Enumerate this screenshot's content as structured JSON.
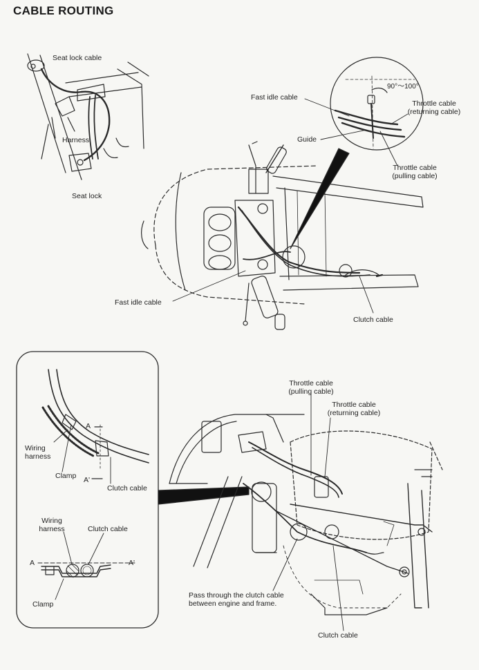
{
  "title": "CABLE ROUTING",
  "labels": {
    "seat_lock_cable": "Seat lock cable",
    "harness": "Harness",
    "seat_lock": "Seat lock",
    "fast_idle_cable_top": "Fast idle cable",
    "angle": "90°～100°",
    "throttle_returning_top": "Throttle cable\n(returning cable)",
    "guide": "Guide",
    "throttle_pulling_top": "Throttle cable\n(pulling cable)",
    "fast_idle_cable_bottom": "Fast idle cable",
    "clutch_cable_top": "Clutch cable",
    "throttle_pulling_lower": "Throttle cable\n(pulling cable)",
    "throttle_returning_lower": "Throttle cable\n(returning cable)",
    "marker_a": "A",
    "marker_a_prime": "A'",
    "wiring_harness_1": "Wiring\nharness",
    "clamp_1": "Clamp",
    "clutch_cable_inset_1": "Clutch cable",
    "wiring_harness_2": "Wiring\nharness",
    "clutch_cable_inset_2": "Clutch cable",
    "section_a": "A",
    "section_a_prime": "A'",
    "clamp_2": "Clamp",
    "pass_through_note": "Pass through the clutch cable\nbetween engine and frame.",
    "clutch_cable_bottom": "Clutch cable"
  }
}
